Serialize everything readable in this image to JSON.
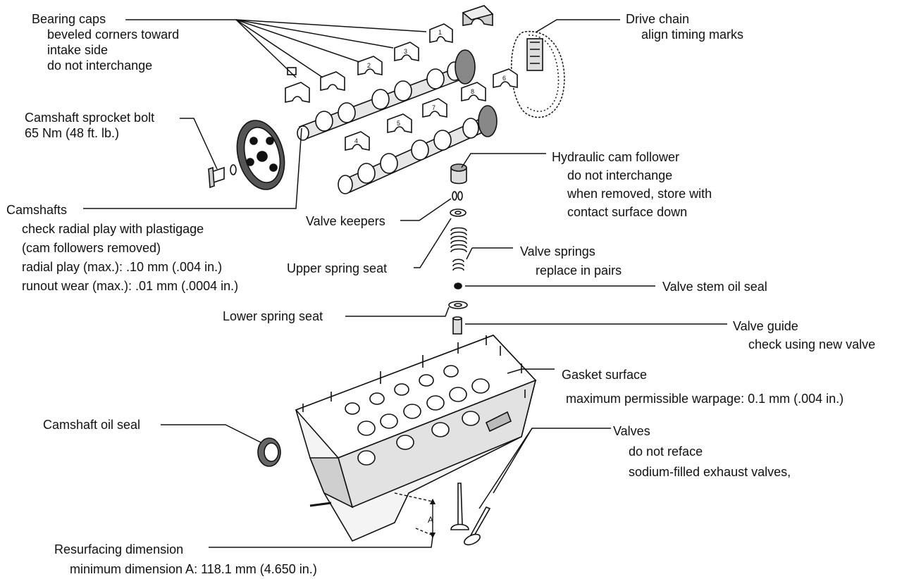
{
  "labels": {
    "bearing_caps": {
      "title": "Bearing caps",
      "lines": [
        "beveled corners toward",
        "intake side",
        "do not interchange"
      ]
    },
    "drive_chain": {
      "title": "Drive chain",
      "lines": [
        "align timing marks"
      ]
    },
    "sprocket_bolt": {
      "title": "Camshaft sprocket bolt",
      "lines": [
        "65 Nm (48 ft. lb.)"
      ]
    },
    "cam_follower": {
      "title": "Hydraulic cam follower",
      "lines": [
        "do not interchange",
        "when removed, store with",
        "contact surface down"
      ]
    },
    "camshafts": {
      "title": "Camshafts",
      "lines": [
        "check radial play with plastigage",
        "(cam followers removed)",
        "radial play (max.): .10 mm (.004 in.)",
        "runout wear (max.): .01 mm (.0004 in.)"
      ]
    },
    "valve_keepers": {
      "title": "Valve keepers"
    },
    "valve_springs": {
      "title": "Valve springs",
      "lines": [
        "replace in pairs"
      ]
    },
    "upper_spring_seat": {
      "title": "Upper spring seat"
    },
    "stem_oil_seal": {
      "title": "Valve stem oil seal"
    },
    "lower_spring_seat": {
      "title": "Lower spring seat"
    },
    "valve_guide": {
      "title": "Valve guide",
      "lines": [
        "check using new valve"
      ]
    },
    "gasket_surface": {
      "title": "Gasket surface",
      "lines": [
        "maximum permissible warpage:  0.1 mm (.004 in.)"
      ]
    },
    "camshaft_oil_seal": {
      "title": "Camshaft oil seal"
    },
    "valves": {
      "title": "Valves",
      "lines": [
        "do not reface",
        "sodium-filled exhaust valves,"
      ]
    },
    "resurfacing": {
      "title": "Resurfacing dimension",
      "lines": [
        "minimum dimension A:  118.1 mm (4.650 in.)"
      ]
    }
  },
  "dimension_letter": "A"
}
